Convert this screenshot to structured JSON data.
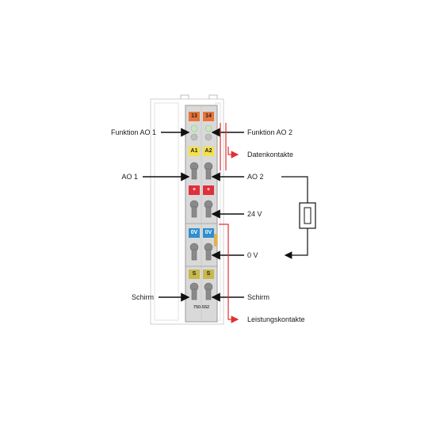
{
  "labels": {
    "left": {
      "funktion_ao1": "Funktion AO 1",
      "ao1": "AO 1",
      "schirm": "Schirm"
    },
    "right": {
      "funktion_ao2": "Funktion AO 2",
      "datenkontakte": "Datenkontakte",
      "ao2": "AO 2",
      "v24": "24 V",
      "v0": "0 V",
      "schirm": "Schirm",
      "leistungskontakte": "Leistungskontakte"
    }
  },
  "module": {
    "model": "750-552",
    "top_tags": [
      "13",
      "14"
    ],
    "a_tags": [
      "A1",
      "A2"
    ],
    "plus_tags": [
      "+",
      "+"
    ],
    "zero_tags": [
      "0V",
      "0V"
    ],
    "shield_tags": [
      "S",
      "S"
    ]
  },
  "colors": {
    "orange": "#e8743a",
    "yellow": "#f5e04a",
    "red": "#e0303a",
    "blue": "#2e8fd0",
    "olive": "#c9b84a",
    "led_green": "#c8e6c0",
    "arrow_red": "#e03030",
    "housing": "#d9d9d9"
  }
}
